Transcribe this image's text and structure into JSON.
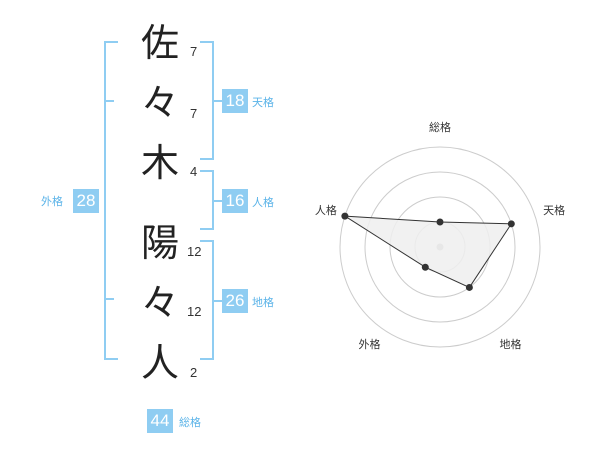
{
  "name": {
    "characters": [
      {
        "char": "佐",
        "strokes": "7"
      },
      {
        "char": "々",
        "strokes": "7"
      },
      {
        "char": "木",
        "strokes": "4"
      },
      {
        "char": "陽",
        "strokes": "12"
      },
      {
        "char": "々",
        "strokes": "12"
      },
      {
        "char": "人",
        "strokes": "2"
      }
    ]
  },
  "fortune": {
    "tenkaku": {
      "value": "18",
      "label": "天格"
    },
    "jinkaku": {
      "value": "16",
      "label": "人格"
    },
    "chikaku": {
      "value": "26",
      "label": "地格"
    },
    "gaikaku": {
      "value": "28",
      "label": "外格"
    },
    "soukaku": {
      "value": "44",
      "label": "総格"
    }
  },
  "chart_data": {
    "type": "radar",
    "axes": [
      "総格",
      "天格",
      "地格",
      "外格",
      "人格"
    ],
    "rmax": 4,
    "values": [
      1,
      3,
      2,
      1,
      4
    ],
    "rings": 4,
    "colors": {
      "fill": "#eeeeee",
      "stroke": "#333333",
      "grid": "#cccccc",
      "center": "#bbbbbb"
    }
  },
  "colors": {
    "accent": "#8fcdf2",
    "accent_text": "#5ab3e8"
  }
}
